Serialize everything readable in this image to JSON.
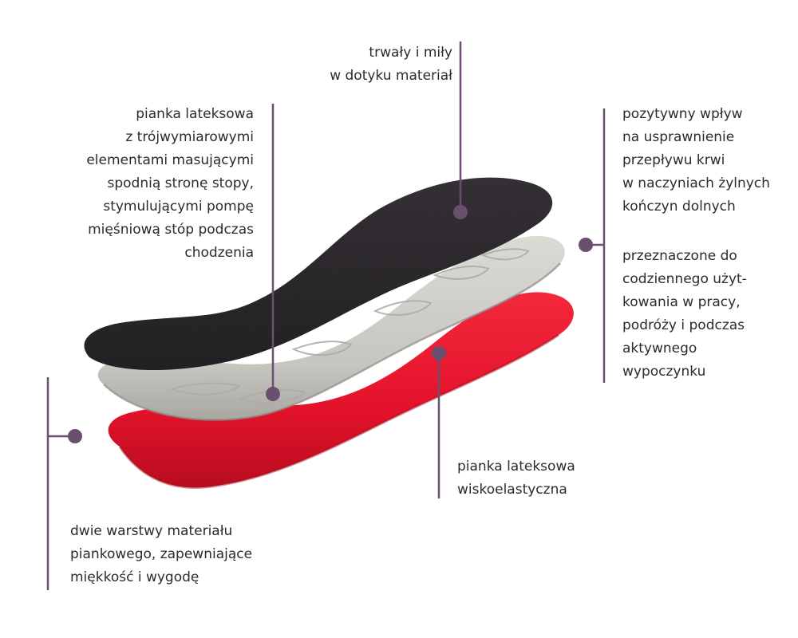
{
  "labels": {
    "top_material": "trwały i miły\nw dotyku materiał",
    "massage_foam": "pianka lateksowa\nz trójwymiarowymi\nelementami masującymi\nspodnią stronę stopy,\nstymulującymi pompę\nmięśniową stóp podczas\nchodzenia",
    "benefits_blood_flow": "pozytywny wpływ\nna usprawnienie\nprzepływu krwi\nw naczyniach żylnych\nkończyn dolnych",
    "benefits_usage": "przeznaczone do\ncodziennego użyt-\nkowania w pracy,\npodróży i podczas\naktywnego\nwypoczynku",
    "viscoelastic_foam": "pianka lateksowa\nwiskoelastyczna",
    "two_layers": "dwie warstwy materiału\npiankowego, zapewniające\nmiękkość i wygodę"
  },
  "colors": {
    "text": "#2b2b2b",
    "callout_line": "#6b4f6e",
    "callout_dot": "#6b4f6e",
    "top_layer": "#231f24",
    "middle_layer": "#c9c7c2",
    "bottom_layer": "#e3122a"
  }
}
